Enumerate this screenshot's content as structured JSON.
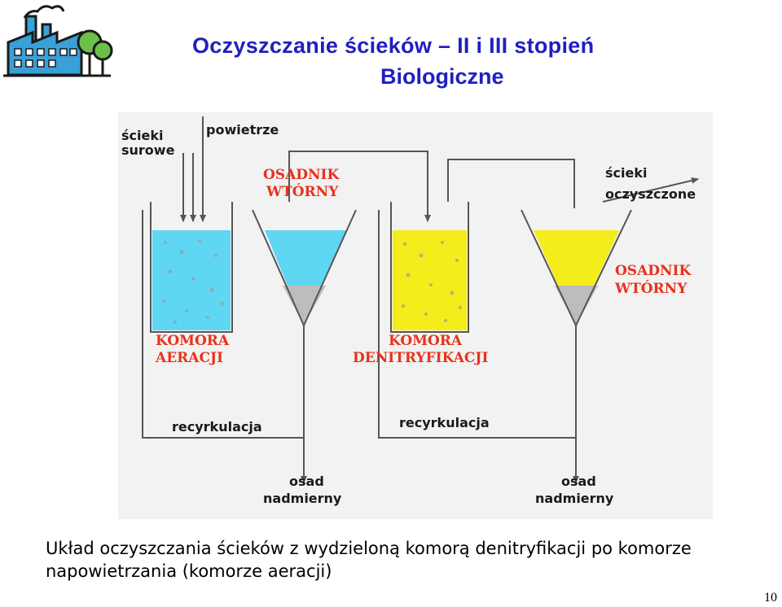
{
  "header": {
    "title": "Oczyszczanie ścieków – II i III stopień",
    "subtitle": "Biologiczne"
  },
  "diagram": {
    "inlet_line1": "ścieki",
    "inlet_line2": "surowe",
    "air": "powietrze",
    "secondary_clarifier_1_line1": "OSADNIK",
    "secondary_clarifier_1_line2": "WTÓRNY",
    "secondary_clarifier_2_line1": "OSADNIK",
    "secondary_clarifier_2_line2": "WTÓRNY",
    "outlet_line1": "ścieki",
    "outlet_line2": "oczyszczone",
    "aeration_chamber_line1": "KOMORA",
    "aeration_chamber_line2": "AERACJI",
    "denitrification_chamber_line1": "KOMORA",
    "denitrification_chamber_line2": "DENITRYFIKACJI",
    "recirculation_1": "recyrkulacja",
    "recirculation_2": "recyrkulacja",
    "excess_sludge_1_line1": "osad",
    "excess_sludge_1_line2": "nadmierny",
    "excess_sludge_2_line1": "osad",
    "excess_sludge_2_line2": "nadmierny",
    "colors": {
      "aeration": "#5fd6f2",
      "denitrification": "#f5ec1c",
      "sludge": "#bdbdbd",
      "label_red": "#e8321c",
      "title_blue": "#1f1fbf"
    }
  },
  "caption": "Układ oczyszczania ścieków z wydzieloną komorą denitryfikacji po komorze napowietrzania (komorze aeracji)",
  "page_number": "10"
}
